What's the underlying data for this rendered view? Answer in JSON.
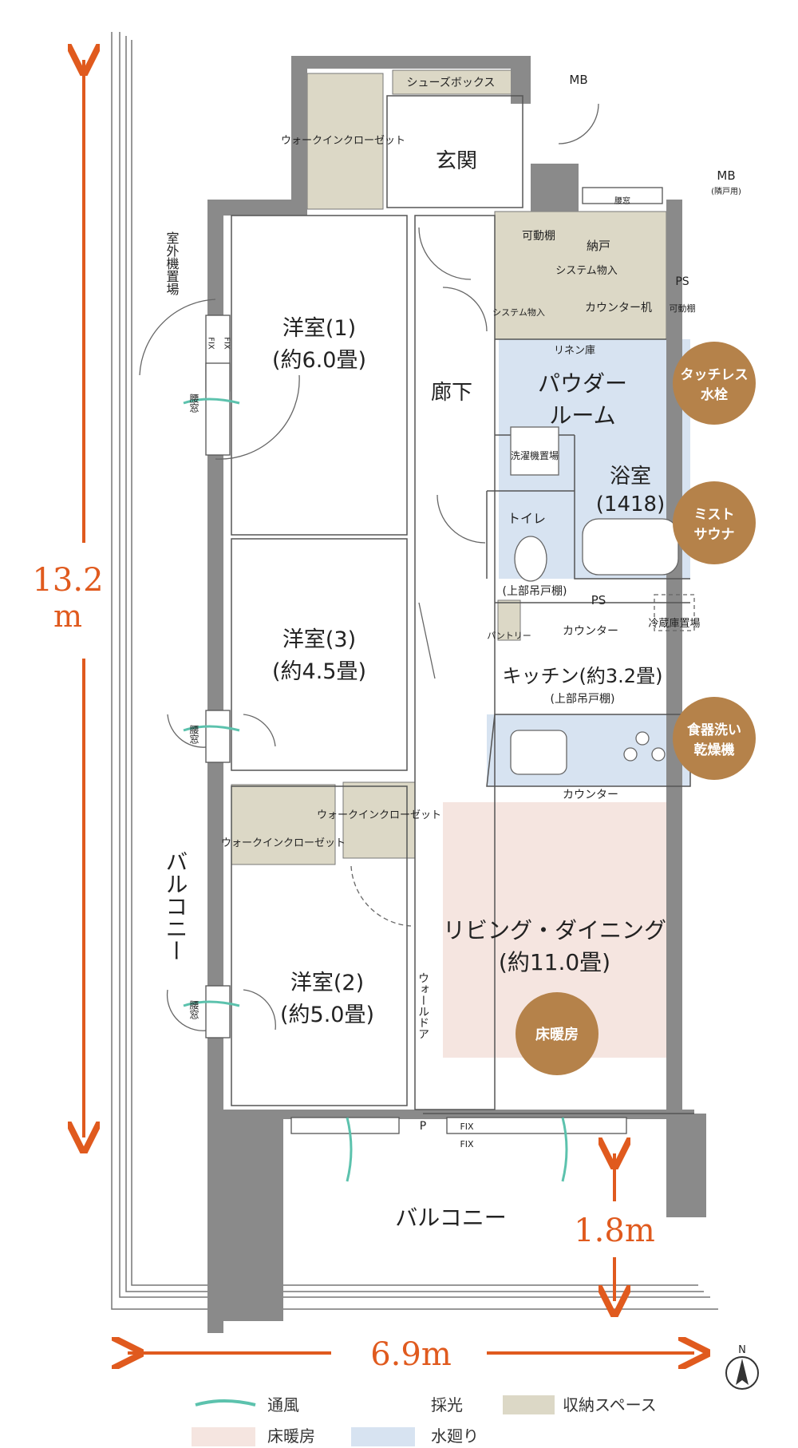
{
  "colors": {
    "storage": "#dcd8c6",
    "water": "#d7e3f1",
    "floorheat": "#f5e5e0",
    "wall": "#8a8a8a",
    "dimension": "#e05a1e",
    "badge": "#b5824a",
    "wind": "#5cc2ad",
    "light": "#f4df1c"
  },
  "rooms": {
    "genkan": "玄関",
    "roka": "廊下",
    "shoes": "シューズボックス",
    "mb": "MB",
    "mb2": "MB",
    "mb2_note": "(隣戸用)",
    "walkin_top": "ウォークインクローゼット",
    "kadodana": "可動棚",
    "nando": "納戸",
    "system1": "システム物入",
    "system2": "システム物入",
    "counter_desk": "カウンター机",
    "kadodana2": "可動棚",
    "ps_top": "PS",
    "linen": "リネン庫",
    "powder_1": "パウダー",
    "powder_2": "ルーム",
    "washer": "洗濯機置場",
    "bath_1": "浴室",
    "bath_2": "(1418)",
    "toilet": "トイレ",
    "jobu_1": "(上部吊戸棚)",
    "ps_mid": "PS",
    "pantry": "パントリー",
    "counter_mid": "カウンター",
    "fridge": "冷蔵庫置場",
    "kitchen": "キッチン(約3.2畳)",
    "jobu_2": "(上部吊戸棚)",
    "counter_low": "カウンター",
    "room1_a": "洋室(1)",
    "room1_b": "(約6.0畳)",
    "room3_a": "洋室(3)",
    "room3_b": "(約4.5畳)",
    "room2_a": "洋室(2)",
    "room2_b": "(約5.0畳)",
    "walkin_2a": "ウォークインクローゼット",
    "walkin_2b": "ウォークインクローゼット",
    "living_a": "リビング・ダイニング",
    "living_b": "(約11.0畳)",
    "walldoor": "ウォールドア",
    "balcony_side": "バルコニー",
    "balcony_bottom": "バルコニー",
    "outdoor_unit": "室外機置場",
    "koshimado1": "腰窓",
    "koshimado2": "腰窓",
    "koshimado3": "腰窓",
    "koshimado_top": "腰窓",
    "fix1": "FIX",
    "fix2": "FIX",
    "fix3": "FIX",
    "fix4": "FIX",
    "p": "P"
  },
  "badges": {
    "touchless": [
      "タッチレス",
      "水栓"
    ],
    "mist": [
      "ミスト",
      "サウナ"
    ],
    "dishwasher": [
      "食器洗い",
      "乾燥機"
    ],
    "floorheat": "床暖房"
  },
  "dimensions": {
    "height_value": "13.2",
    "height_unit": "m",
    "width": "6.9m",
    "balcony_depth": "1.8m"
  },
  "compass": "N",
  "legend": {
    "wind": "通風",
    "light": "採光",
    "storage": "収納スペース",
    "floorheat": "床暖房",
    "water": "水廻り"
  }
}
